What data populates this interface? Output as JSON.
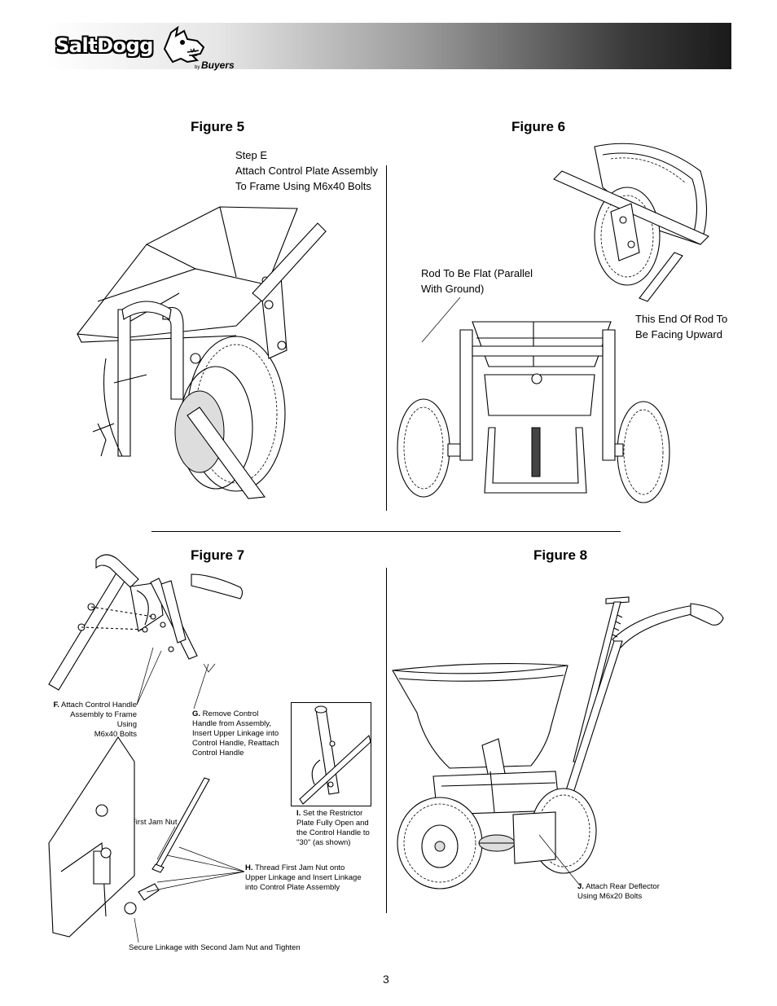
{
  "header": {
    "brand": "SaltDogg",
    "by": "by",
    "company": "Buyers",
    "mascot_icon": "dog-mascot-icon"
  },
  "figure5": {
    "title": "Figure 5",
    "step_label": "Step E",
    "step_text_1": "Attach Control Plate Assembly",
    "step_text_2": "To Frame Using M6x40 Bolts"
  },
  "figure6": {
    "title": "Figure 6",
    "rod_flat_1": "Rod To Be Flat (Parallel",
    "rod_flat_2": "With Ground)",
    "rod_end_1": "This End Of Rod To",
    "rod_end_2": "Be Facing Upward"
  },
  "figure7": {
    "title": "Figure 7",
    "f_letter": "F.",
    "f_text_1": "Attach Control Handle",
    "f_text_2": "Assembly to Frame Using",
    "f_text_3": "M6x40 Bolts",
    "g_letter": "G.",
    "g_text_1": "Remove Control",
    "g_text_2": "Handle from Assembly,",
    "g_text_3": "Insert Upper Linkage into",
    "g_text_4": "Control Handle, Reattach",
    "g_text_5": "Control Handle",
    "i_letter": "I.",
    "i_text_1": "Set the Restrictor",
    "i_text_2": "Plate Fully Open and",
    "i_text_3": "the Control Handle to",
    "i_text_4": "\"30\" (as shown)",
    "first_jam_nut": "First Jam Nut",
    "h_letter": "H.",
    "h_text_1": "Thread First Jam Nut onto",
    "h_text_2": "Upper Linkage and Insert Linkage",
    "h_text_3": "into Control Plate Assembly",
    "secure_text": "Secure Linkage with Second Jam Nut and Tighten"
  },
  "figure8": {
    "title": "Figure 8",
    "j_letter": "J.",
    "j_text_1": "Attach Rear Deflector",
    "j_text_2": "Using M6x20 Bolts"
  },
  "page_number": "3"
}
